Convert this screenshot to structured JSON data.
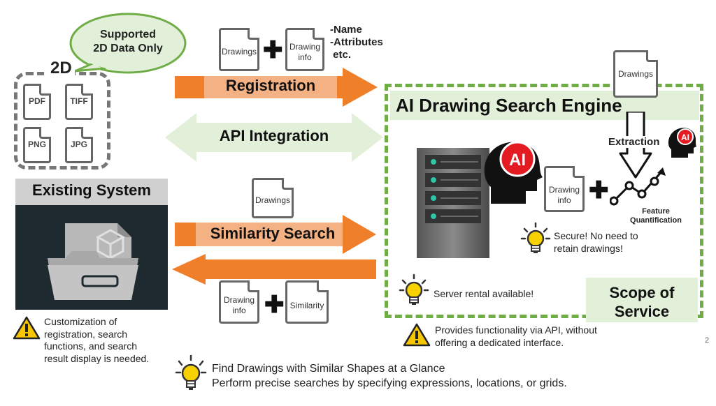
{
  "speech_bubble": {
    "line1": "Supported",
    "line2": "2D Data Only"
  },
  "left_group": {
    "title": "2D",
    "files": [
      "PDF",
      "TIFF",
      "PNG",
      "JPG"
    ]
  },
  "existing_system": {
    "title": "Existing System"
  },
  "existing_note": {
    "line1": "Customization of",
    "line2": "registration, search",
    "line3": "functions, and search",
    "line4": "result display is needed."
  },
  "registration": {
    "label": "Registration",
    "doc1": "Drawings",
    "doc2_line1": "Drawing",
    "doc2_line2": "info",
    "attrs": [
      "-Name",
      "-Attributes",
      " etc."
    ]
  },
  "api": {
    "label": "API Integration"
  },
  "similarity": {
    "label": "Similarity Search",
    "doc_top": "Drawings",
    "doc_bottom1_line1": "Drawing",
    "doc_bottom1_line2": "info",
    "doc_bottom2": "Similarity"
  },
  "engine": {
    "title": "AI Drawing Search Engine",
    "ai_badge": "AI",
    "drawings_doc": "Drawings",
    "extraction": "Extraction",
    "drawing_info_line1": "Drawing",
    "drawing_info_line2": "info",
    "feature_line1": "Feature",
    "feature_line2": "Quantification",
    "secure_line1": "Secure! No need to",
    "secure_line2": "retain drawings!",
    "server_note": "Server rental available!",
    "scope_line1": "Scope of",
    "scope_line2": "Service"
  },
  "api_note": {
    "line1": "Provides functionality via API, without",
    "line2": "offering a dedicated interface."
  },
  "bottom_note": {
    "line1": "Find Drawings with Similar Shapes at a Glance",
    "line2": "Perform precise searches by specifying expressions, locations, or grids."
  },
  "page_number": "2",
  "colors": {
    "orange": "#f07f2a",
    "light_green": "#e2f0d9",
    "green": "#70ad47",
    "dark": "#1f2a30"
  }
}
